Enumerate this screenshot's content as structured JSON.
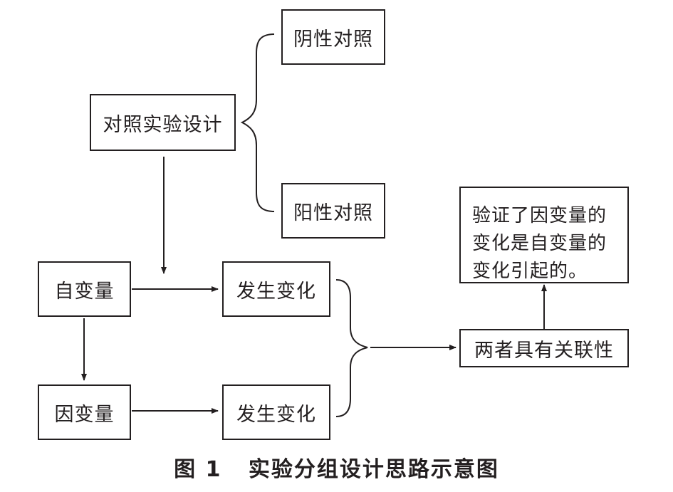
{
  "nodes": {
    "design": "对照实验设计",
    "negative_control": "阴性对照",
    "positive_control": "阳性对照",
    "independent_var": "自变量",
    "dependent_var": "因变量",
    "change_top": "发生变化",
    "change_bottom": "发生变化",
    "correlation": "两者具有关联性",
    "conclusion_lines": [
      "验证了因变量的",
      "变化是自变量的",
      "变化引起的。"
    ]
  },
  "caption": "图 1   实验分组设计思路示意图"
}
